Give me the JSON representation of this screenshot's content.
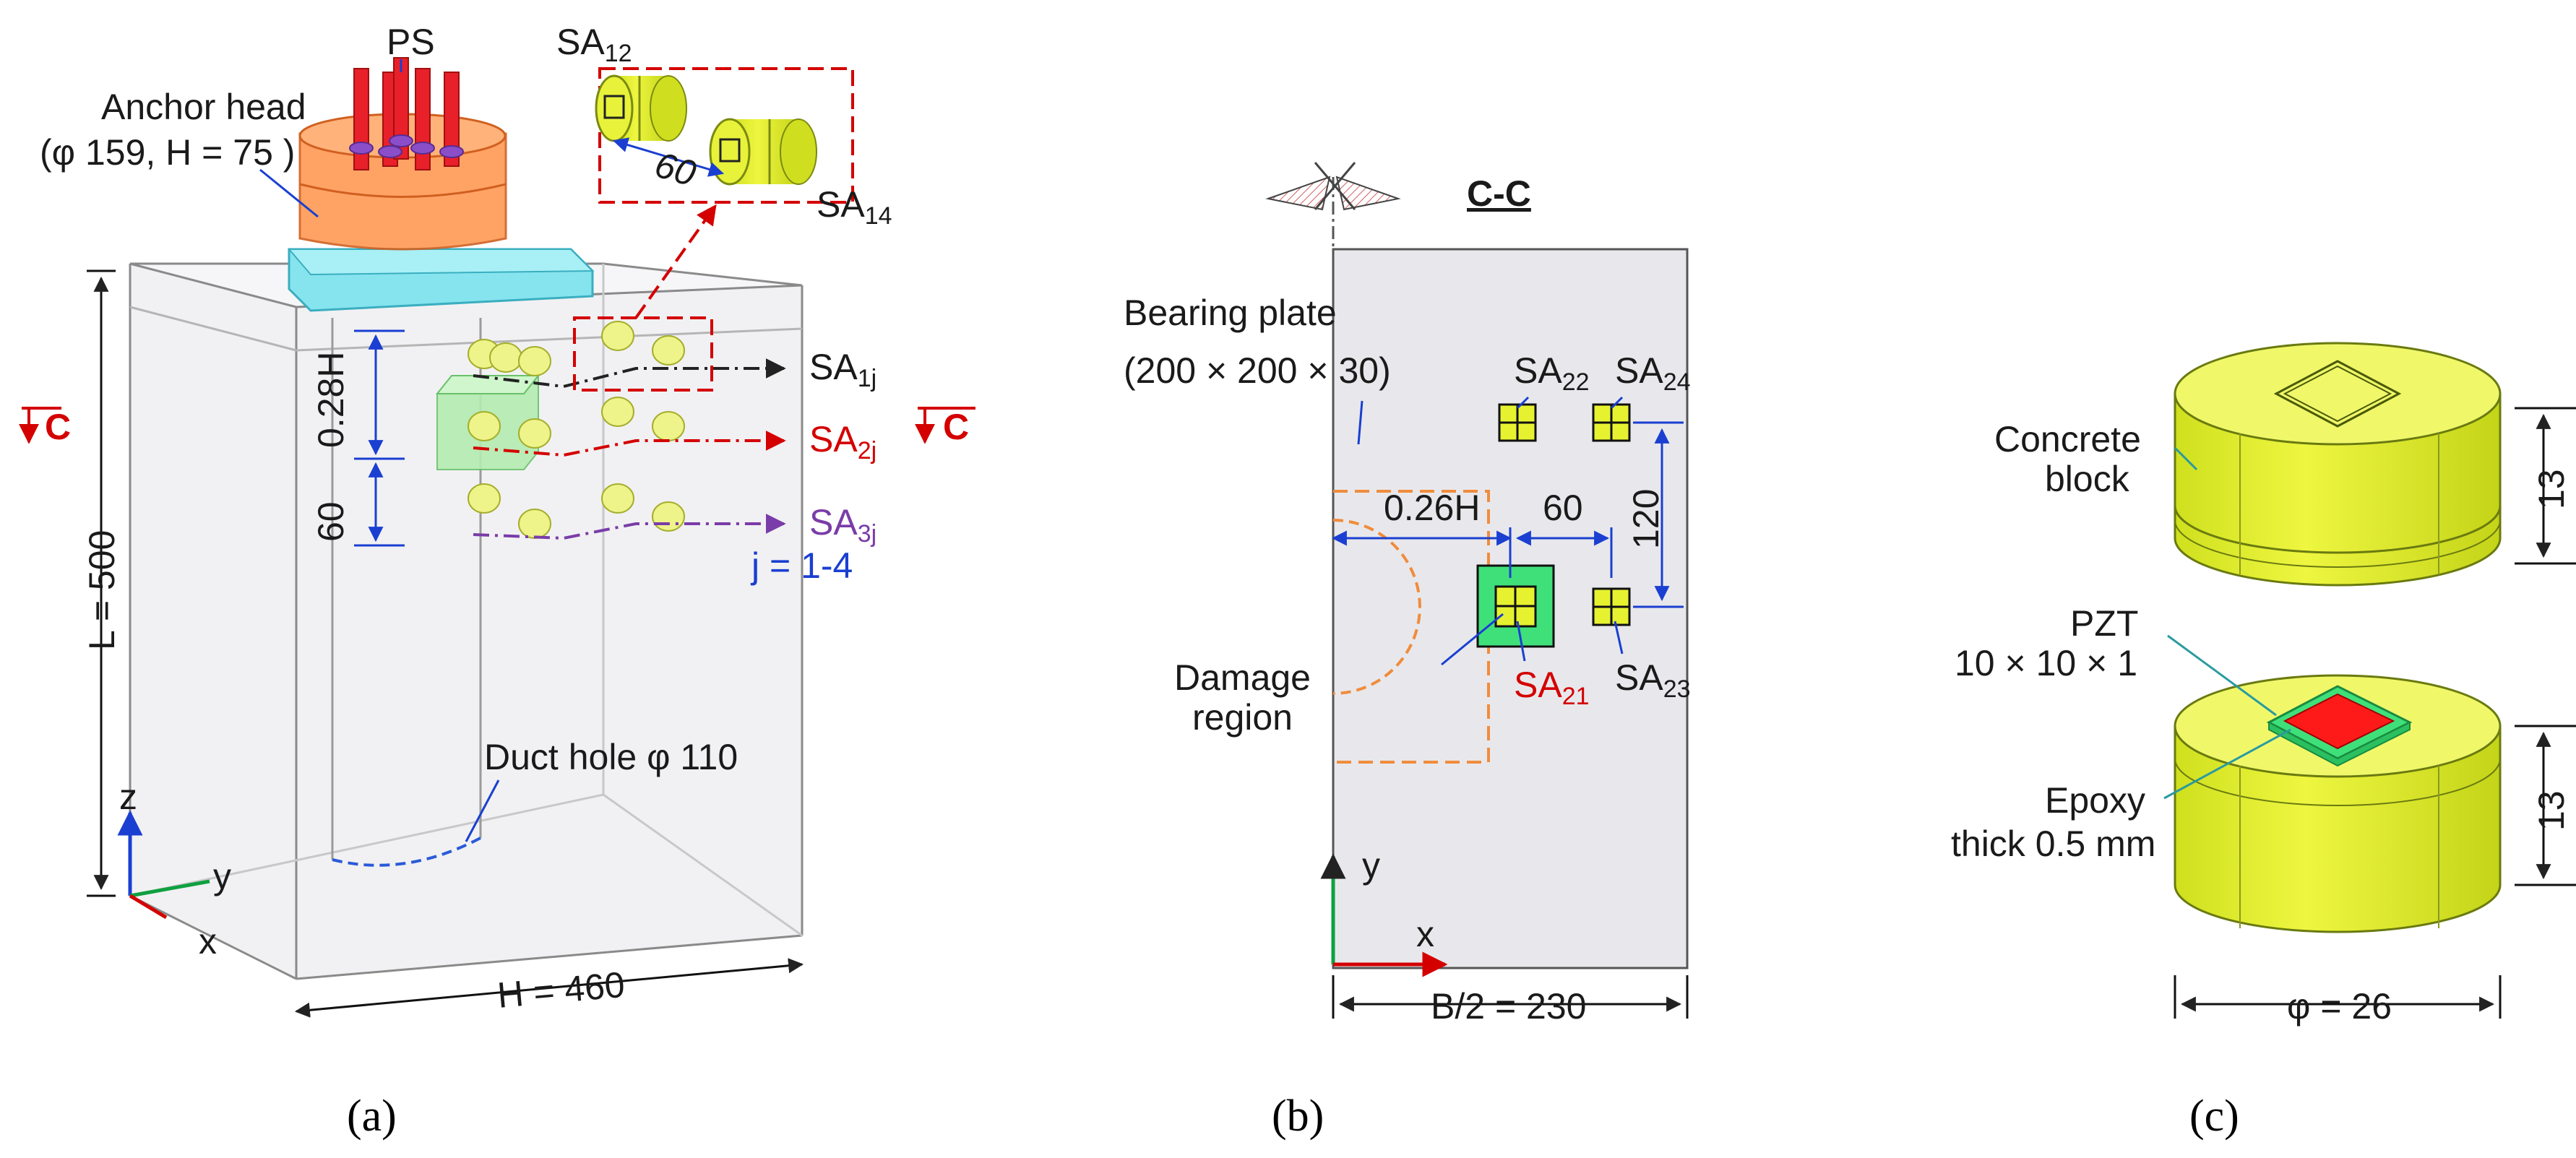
{
  "panel_a": {
    "ps": "PS",
    "anchor_head": "Anchor head",
    "anchor_head_dims": "(φ 159, H = 75 )",
    "sa12": "SA",
    "sa12_sub": "12",
    "sa14": "SA",
    "sa14_sub": "14",
    "spacing_60_top": "60",
    "dim_028H": "0.28H",
    "dim_60": "60",
    "section_c_left": "C",
    "section_c_right": "C",
    "sa1j": "SA",
    "sa1j_sub": "1j",
    "sa2j": "SA",
    "sa2j_sub": "2j",
    "sa3j": "SA",
    "sa3j_sub": "3j",
    "j_range": "j = 1-4",
    "length": "L = 500",
    "duct": "Duct hole φ 110",
    "width": "H = 460",
    "axis_z": "z",
    "axis_y": "y",
    "axis_x": "x",
    "caption": "(a)"
  },
  "panel_b": {
    "title": "C-C",
    "bearing_plate": "Bearing plate",
    "bearing_plate_dims": "(200 × 200 × 30)",
    "sa22": "SA",
    "sa22_sub": "22",
    "sa24": "SA",
    "sa24_sub": "24",
    "dim_026H": "0.26H",
    "dim_60": "60",
    "dim_120": "120",
    "damage_l1": "Damage",
    "damage_l2": "region",
    "sa21": "SA",
    "sa21_sub": "21",
    "sa23": "SA",
    "sa23_sub": "23",
    "axis_y": "y",
    "axis_x": "x",
    "width": "B/2 = 230",
    "caption": "(b)"
  },
  "panel_c": {
    "concrete_l1": "Concrete",
    "concrete_l2": "block",
    "dim_13_top": "13",
    "pzt_l1": "PZT",
    "pzt_l2": "10 × 10 × 1",
    "dim_13_bottom": "13",
    "epoxy_l1": "Epoxy",
    "epoxy_l2": "thick 0.5 mm",
    "diameter": "φ = 26",
    "caption": "(c)"
  },
  "colors": {
    "sa_yellow": "#e6f230",
    "anchor_orange": "#ff8a3d",
    "plate_cyan": "#7ee6f0",
    "tendon_red": "#e8202a",
    "pzt_red": "#ff1a1a",
    "epoxy_green": "#3fe07a",
    "dim_blue": "#1a3fd1",
    "section_red": "#d40000",
    "damage_orange": "#f08c3c",
    "concrete_grey": "#e8e8ec"
  }
}
